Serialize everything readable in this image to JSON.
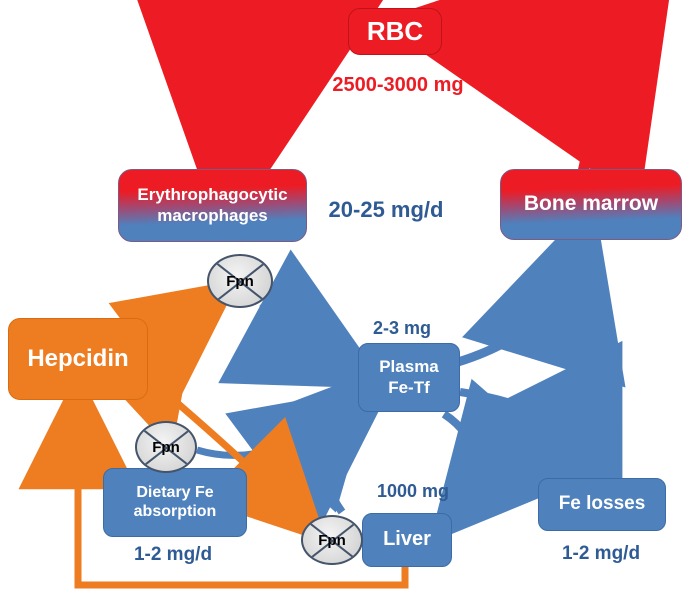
{
  "diagram": {
    "description": "Systemic iron homeostasis diagram with hepcidin regulation",
    "colors": {
      "red": "#ed1c24",
      "box_blue": "#4f81bd",
      "text_blue": "#2f5b94",
      "orange": "#ee7d22",
      "fpn_fill": "#d9d9d9",
      "fpn_border": "#44546a"
    },
    "fpn_label": "Fpn",
    "nodes": {
      "rbc": {
        "label": "RBC"
      },
      "macrophages": {
        "line1": "Erythrophagocytic",
        "line2": "macrophages"
      },
      "bone_marrow": {
        "label": "Bone marrow"
      },
      "hepcidin": {
        "label": "Hepcidin"
      },
      "plasma": {
        "line1": "Plasma",
        "line2": "Fe-Tf"
      },
      "dietary": {
        "line1": "Dietary Fe",
        "line2": "absorption"
      },
      "liver": {
        "label": "Liver"
      },
      "fe_losses": {
        "label": "Fe losses"
      }
    },
    "annotations": {
      "rbc_iron": "2500-3000 mg",
      "recycling_rate": "20-25 mg/d",
      "plasma_iron": "2-3 mg",
      "dietary_rate": "1-2 mg/d",
      "liver_iron": "1000 mg",
      "losses_rate": "1-2 mg/d"
    }
  }
}
